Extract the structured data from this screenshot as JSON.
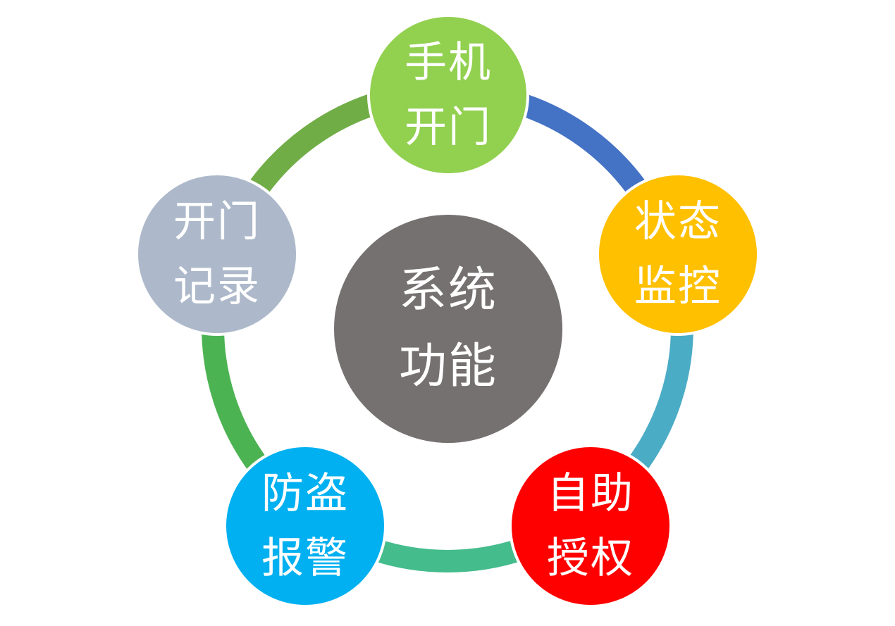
{
  "diagram": {
    "center": {
      "line1": "系统",
      "line2": "功能",
      "color": "#767171"
    },
    "nodes": [
      {
        "id": "phone",
        "line1": "手机",
        "line2": "开门",
        "color": "#92D050"
      },
      {
        "id": "status",
        "line1": "状态",
        "line2": "监控",
        "color": "#FFC000"
      },
      {
        "id": "auth",
        "line1": "自助",
        "line2": "授权",
        "color": "#FF0000"
      },
      {
        "id": "alarm",
        "line1": "防盗",
        "line2": "报警",
        "color": "#00B0F0"
      },
      {
        "id": "record",
        "line1": "开门",
        "line2": "记录",
        "color": "#ADB9CA"
      }
    ],
    "arcs": [
      {
        "from": "phone",
        "to": "status",
        "color": "#4472C4"
      },
      {
        "from": "status",
        "to": "auth",
        "color": "#4BACC6"
      },
      {
        "from": "auth",
        "to": "alarm",
        "color": "#44BC8C"
      },
      {
        "from": "alarm",
        "to": "record",
        "color": "#4CB353"
      },
      {
        "from": "record",
        "to": "phone",
        "color": "#70AD47"
      }
    ]
  }
}
